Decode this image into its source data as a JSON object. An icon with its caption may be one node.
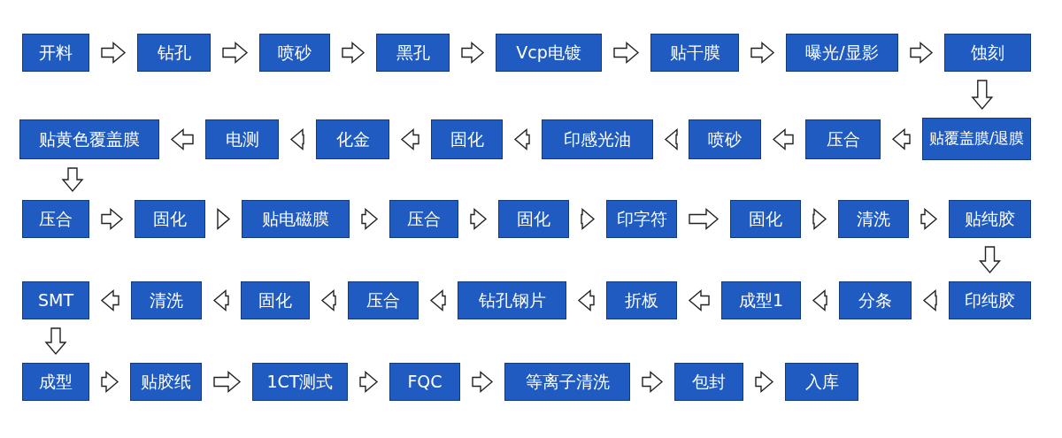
{
  "diagram": {
    "nodes": [
      {
        "text": [
          "开料"
        ]
      },
      {
        "text": [
          "钻孔"
        ]
      },
      {
        "text": [
          "喷砂"
        ]
      },
      {
        "text": [
          "黑孔"
        ]
      },
      {
        "text": [
          "Vcp电镀"
        ]
      },
      {
        "text": [
          "贴干膜"
        ]
      },
      {
        "text": [
          "曝光/显影"
        ]
      },
      {
        "text": [
          "蚀刻"
        ]
      },
      {
        "text": [
          "贴覆盖膜/退膜"
        ]
      },
      {
        "text": [
          "压合"
        ]
      },
      {
        "text": [
          "喷砂"
        ]
      },
      {
        "text": [
          "印感光油"
        ]
      },
      {
        "text": [
          "固化"
        ]
      },
      {
        "text": [
          "化金"
        ]
      },
      {
        "text": [
          "电测"
        ]
      },
      {
        "text": [
          "贴黄色覆盖膜"
        ]
      },
      {
        "text": [
          "压合"
        ]
      },
      {
        "text": [
          "固化"
        ]
      },
      {
        "text": [
          "贴电磁膜"
        ]
      },
      {
        "text": [
          "压合"
        ]
      },
      {
        "text": [
          "固化"
        ]
      },
      {
        "text": [
          "印字符"
        ]
      },
      {
        "text": [
          "固化"
        ]
      },
      {
        "text": [
          "清洗"
        ]
      },
      {
        "text": [
          "贴纯胶"
        ]
      },
      {
        "text": [
          "印纯胶"
        ]
      },
      {
        "text": [
          "分条"
        ]
      },
      {
        "text": [
          "成型1"
        ]
      },
      {
        "text": [
          "折板"
        ]
      },
      {
        "text": [
          "钻孔钢片"
        ]
      },
      {
        "text": [
          "压合"
        ]
      },
      {
        "text": [
          "固化"
        ]
      },
      {
        "text": [
          "清洗"
        ]
      },
      {
        "text": [
          "SMT"
        ]
      },
      {
        "text": [
          "成型"
        ]
      },
      {
        "text": [
          "贴胶纸"
        ]
      },
      {
        "text": [
          "1CT测式"
        ]
      },
      {
        "text": [
          "FQC"
        ]
      },
      {
        "text": [
          "等离子清洗"
        ]
      },
      {
        "text": [
          "包封"
        ]
      },
      {
        "text": [
          "入库"
        ]
      }
    ],
    "edges": [
      {
        "from": 0,
        "to": 1,
        "arrow": "to"
      },
      {
        "from": 1,
        "to": 2,
        "arrow": "to"
      },
      {
        "from": 2,
        "to": 3,
        "arrow": "to"
      },
      {
        "from": 3,
        "to": 4,
        "arrow": "to"
      },
      {
        "from": 4,
        "to": 5,
        "arrow": "to"
      },
      {
        "from": 5,
        "to": 6,
        "arrow": "to"
      },
      {
        "from": 6,
        "to": 7,
        "arrow": "to"
      },
      {
        "from": 7,
        "to": 8,
        "arrow": "to"
      },
      {
        "from": 8,
        "to": 9,
        "arrow": "to"
      },
      {
        "from": 9,
        "to": 10,
        "arrow": "to"
      },
      {
        "from": 10,
        "to": 11,
        "arrow": "to"
      },
      {
        "from": 11,
        "to": 12,
        "arrow": "to"
      },
      {
        "from": 12,
        "to": 13,
        "arrow": "to"
      },
      {
        "from": 13,
        "to": 14,
        "arrow": "to"
      },
      {
        "from": 14,
        "to": 15,
        "arrow": "to"
      },
      {
        "from": 15,
        "to": 16,
        "arrow": "to"
      },
      {
        "from": 16,
        "to": 17,
        "arrow": "to"
      },
      {
        "from": 17,
        "to": 18,
        "arrow": "to"
      },
      {
        "from": 18,
        "to": 19,
        "arrow": "to"
      },
      {
        "from": 19,
        "to": 20,
        "arrow": "to"
      },
      {
        "from": 20,
        "to": 21,
        "arrow": "to"
      },
      {
        "from": 21,
        "to": 22,
        "arrow": "to"
      },
      {
        "from": 22,
        "to": 23,
        "arrow": "to"
      },
      {
        "from": 23,
        "to": 24,
        "arrow": "to"
      },
      {
        "from": 24,
        "to": 25,
        "arrow": "to"
      },
      {
        "from": 25,
        "to": 26,
        "arrow": "to"
      },
      {
        "from": 26,
        "to": 27,
        "arrow": "to"
      },
      {
        "from": 27,
        "to": 28,
        "arrow": "to"
      },
      {
        "from": 28,
        "to": 29,
        "arrow": "to"
      },
      {
        "from": 29,
        "to": 30,
        "arrow": "to"
      },
      {
        "from": 30,
        "to": 31,
        "arrow": "to"
      },
      {
        "from": 31,
        "to": 32,
        "arrow": "to"
      },
      {
        "from": 32,
        "to": 33,
        "arrow": "to"
      },
      {
        "from": 33,
        "to": 34,
        "arrow": "to"
      },
      {
        "from": 34,
        "to": 35,
        "arrow": "to"
      },
      {
        "from": 35,
        "to": 36,
        "arrow": "to"
      },
      {
        "from": 36,
        "to": 37,
        "arrow": "to"
      },
      {
        "from": 37,
        "to": 38,
        "arrow": "to"
      },
      {
        "from": 38,
        "to": 39,
        "arrow": "to"
      },
      {
        "from": 39,
        "to": 40,
        "arrow": "to"
      }
    ]
  }
}
